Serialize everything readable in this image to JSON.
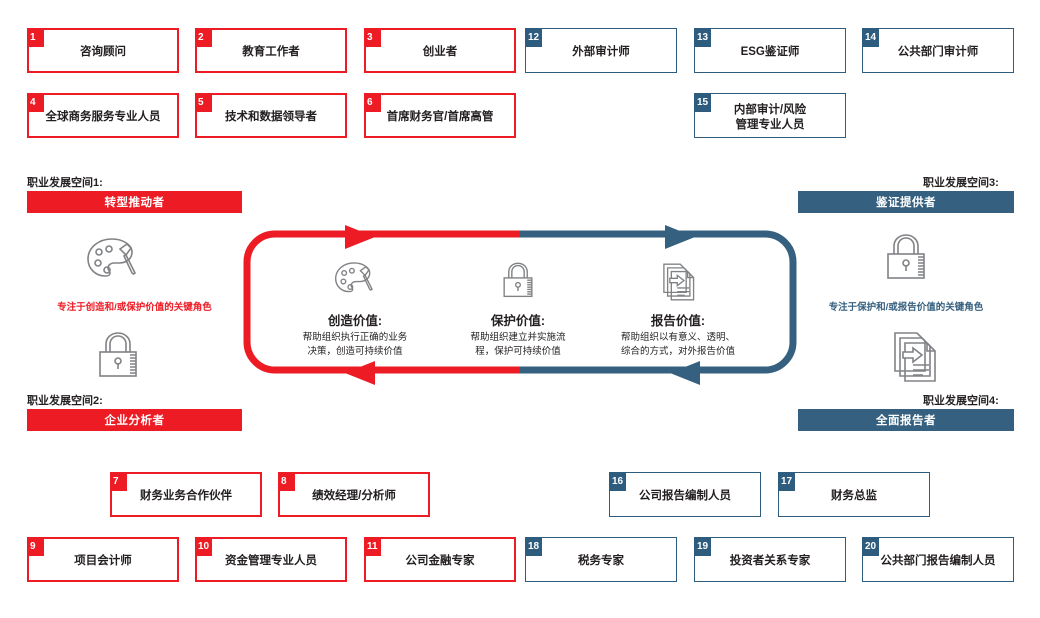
{
  "colors": {
    "red": "#ED1B24",
    "blue": "#36607F",
    "blue_border": "#2E5C7E",
    "text": "#231F20",
    "icon_stroke": "#808285"
  },
  "top_red_roles": [
    {
      "num": "1",
      "label": "咨询顾问"
    },
    {
      "num": "2",
      "label": "教育工作者"
    },
    {
      "num": "3",
      "label": "创业者"
    },
    {
      "num": "4",
      "label": "全球商务服务专业人员"
    },
    {
      "num": "5",
      "label": "技术和数据领导者"
    },
    {
      "num": "6",
      "label": "首席财务官/首席高管"
    }
  ],
  "top_blue_roles": [
    {
      "num": "12",
      "label": "外部审计师"
    },
    {
      "num": "13",
      "label": "ESG鉴证师"
    },
    {
      "num": "14",
      "label": "公共部门审计师"
    },
    {
      "num": "15",
      "label": "内部审计/风险\n管理专业人员"
    }
  ],
  "bottom_red_roles": [
    {
      "num": "7",
      "label": "财务业务合作伙伴"
    },
    {
      "num": "8",
      "label": "绩效经理/分析师"
    },
    {
      "num": "9",
      "label": "项目会计师"
    },
    {
      "num": "10",
      "label": "资金管理专业人员"
    },
    {
      "num": "11",
      "label": "公司金融专家"
    }
  ],
  "bottom_blue_roles": [
    {
      "num": "16",
      "label": "公司报告编制人员"
    },
    {
      "num": "17",
      "label": "财务总监"
    },
    {
      "num": "18",
      "label": "税务专家"
    },
    {
      "num": "19",
      "label": "投资者关系专家"
    },
    {
      "num": "20",
      "label": "公共部门报告编制人员"
    }
  ],
  "spaces": {
    "space1": {
      "caption": "职业发展空间1:",
      "title": "转型推动者"
    },
    "space2": {
      "caption": "职业发展空间2:",
      "title": "企业分析者"
    },
    "space3": {
      "caption": "职业发展空间3:",
      "title": "鉴证提供者"
    },
    "space4": {
      "caption": "职业发展空间4:",
      "title": "全面报告者"
    }
  },
  "focus_captions": {
    "left": "专注于创造和/或保护价值的关键角色",
    "right": "专注于保护和/或报告价值的关键角色"
  },
  "value_columns": [
    {
      "icon": "palette-icon",
      "title": "创造价值:",
      "desc": "帮助组织执行正确的业务\n决策，创造可持续价值"
    },
    {
      "icon": "lock-icon",
      "title": "保护价值:",
      "desc": "帮助组织建立并实施流\n程，保护可持续价值"
    },
    {
      "icon": "report-icon",
      "title": "报告价值:",
      "desc": "帮助组织以有意义、透明、\n综合的方式，对外报告价值"
    }
  ],
  "icons": {
    "side_left_top": "palette-icon",
    "side_left_bottom": "lock-icon",
    "side_right_top": "lock-icon",
    "side_right_bottom": "report-icon"
  }
}
